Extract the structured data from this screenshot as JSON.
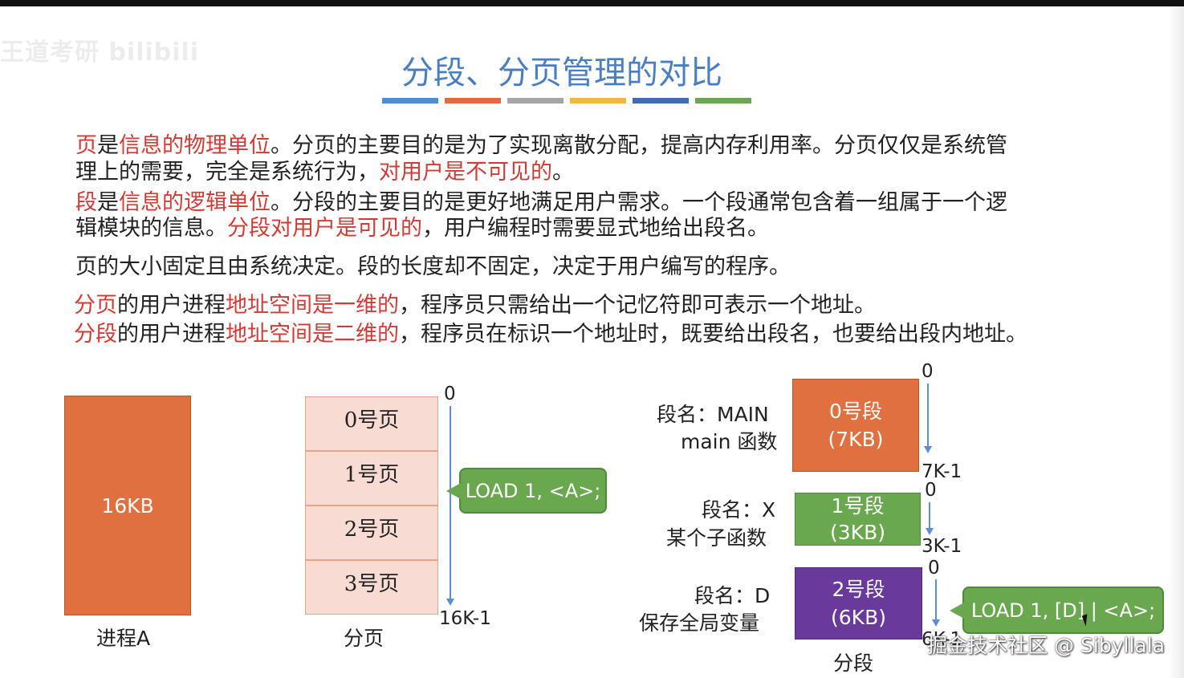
{
  "slide": {
    "title": "分段、分页管理的对比",
    "stripe_colors": [
      "#4a8fcf",
      "#e36c3e",
      "#a5a5a5",
      "#f2b73c",
      "#3f6db5",
      "#6aa84f"
    ]
  },
  "paragraphs": {
    "p1": [
      {
        "text": "页",
        "red": true
      },
      {
        "text": "是",
        "red": false
      },
      {
        "text": "信息的物理单位",
        "red": true
      },
      {
        "text": "。分页的主要目的是为了实现离散分配，提高内存利用率。分页仅仅是系统管",
        "red": false
      }
    ],
    "p1b": [
      {
        "text": "理上的需要，完全是系统行为，",
        "red": false
      },
      {
        "text": "对用户是不可见的",
        "red": true
      },
      {
        "text": "。",
        "red": false
      }
    ],
    "p2": [
      {
        "text": "段",
        "red": true
      },
      {
        "text": "是",
        "red": false
      },
      {
        "text": "信息的逻辑单位",
        "red": true
      },
      {
        "text": "。分段的主要目的是更好地满足用户需求。一个段通常包含着一组属于一个逻",
        "red": false
      }
    ],
    "p2b": [
      {
        "text": "辑模块的信息。",
        "red": false
      },
      {
        "text": "分段对用户是可见的",
        "red": true
      },
      {
        "text": "，用户编程时需要显式地给出段名。",
        "red": false
      }
    ],
    "p3": [
      {
        "text": "页的大小固定且由系统决定。段的长度却不固定，决定于用户编写的程序。",
        "red": false
      }
    ],
    "p4": [
      {
        "text": "分页",
        "red": true
      },
      {
        "text": "的用户进程",
        "red": false
      },
      {
        "text": "地址空间是一维的",
        "red": true
      },
      {
        "text": "，程序员只需给出一个记忆符即可表示一个地址。",
        "red": false
      }
    ],
    "p5": [
      {
        "text": "分段",
        "red": true
      },
      {
        "text": "的用户进程",
        "red": false
      },
      {
        "text": "地址空间是二维的",
        "red": true
      },
      {
        "text": "，程序员在标识一个地址时，既要给出段名，也要给出段内地址。",
        "red": false
      }
    ]
  },
  "process": {
    "size_label": "16KB",
    "caption": "进程A",
    "color": "#e0703f"
  },
  "paging": {
    "pages": [
      "0号页",
      "1号页",
      "2号页",
      "3号页"
    ],
    "caption": "分页",
    "start": "0",
    "end": "16K-1",
    "callout": "LOAD 1, <A>;"
  },
  "segmentation": {
    "segments": [
      {
        "label": "0号段",
        "size": "(7KB)",
        "name_line1": "段名：MAIN",
        "name_line2": "main 函数",
        "start": "0",
        "end": "7K-1",
        "color": "#e0703f"
      },
      {
        "label": "1号段",
        "size": "(3KB)",
        "name_line1": "段名：X",
        "name_line2": "某个子函数",
        "start": "0",
        "end": "3K-1",
        "color": "#6aa84f"
      },
      {
        "label": "2号段",
        "size": "(6KB)",
        "name_line1": "段名：D",
        "name_line2": "保存全局变量",
        "start": "0",
        "end": "6K-1",
        "color": "#6a3a9a"
      }
    ],
    "caption": "分段",
    "callout": "LOAD 1, [D] | <A>;"
  },
  "watermark": {
    "top_left": "王道考研 bilibili",
    "bottom_right": "掘金技术社区 @ Sibyllala"
  }
}
